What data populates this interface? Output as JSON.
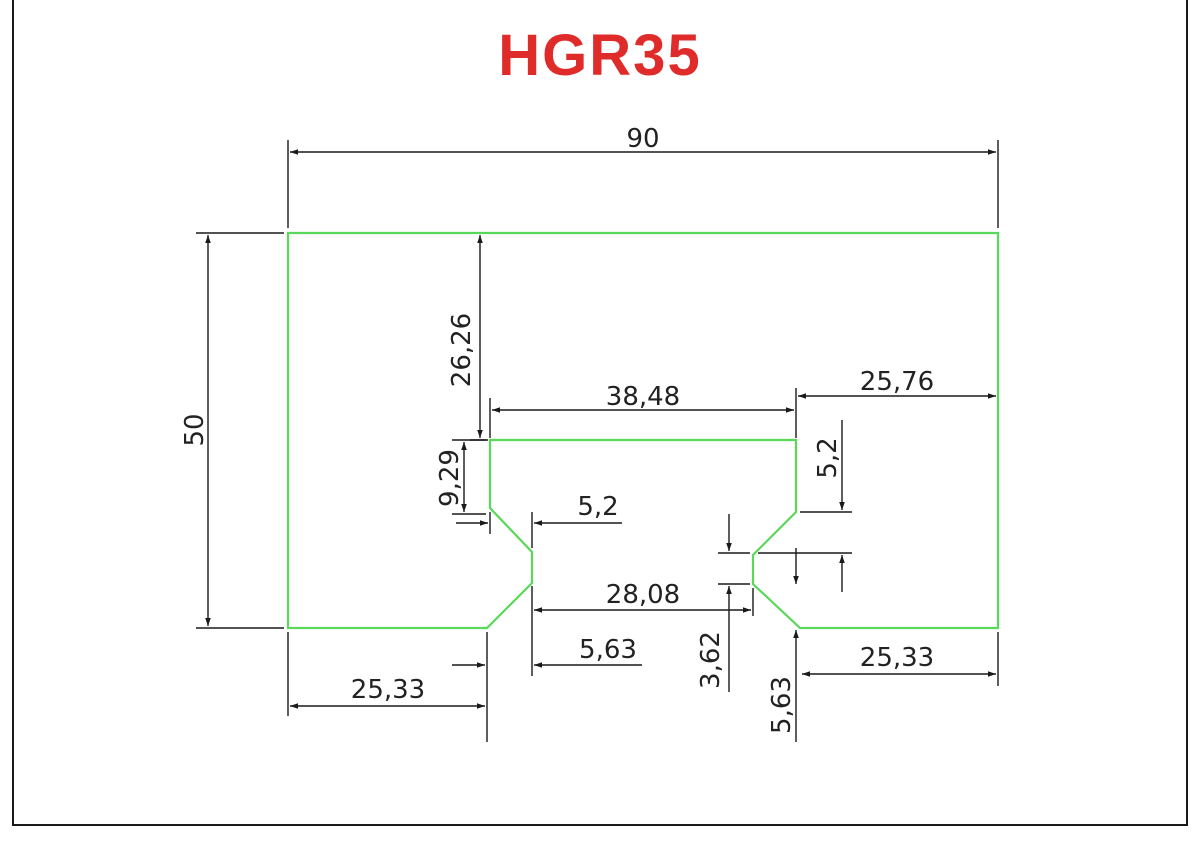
{
  "title": "HGR35",
  "dimensions": {
    "overall_width": "90",
    "overall_height": "50",
    "top_to_channel": "26,26",
    "channel_top_width": "38,48",
    "right_top_offset": "25,76",
    "channel_depth": "9,29",
    "left_chamfer_width": "5,2",
    "right_chamfer_height": "5,2",
    "neck_width": "28,08",
    "neck_height": "3,62",
    "left_bottom_chamfer": "5,63",
    "right_bottom_chamfer": "5,63",
    "left_bottom_width": "25,33",
    "right_bottom_width": "25,33"
  },
  "colors": {
    "title": "#e02b2b",
    "profile": "#5ad85a",
    "dimension_lines": "#1a1a1a"
  }
}
